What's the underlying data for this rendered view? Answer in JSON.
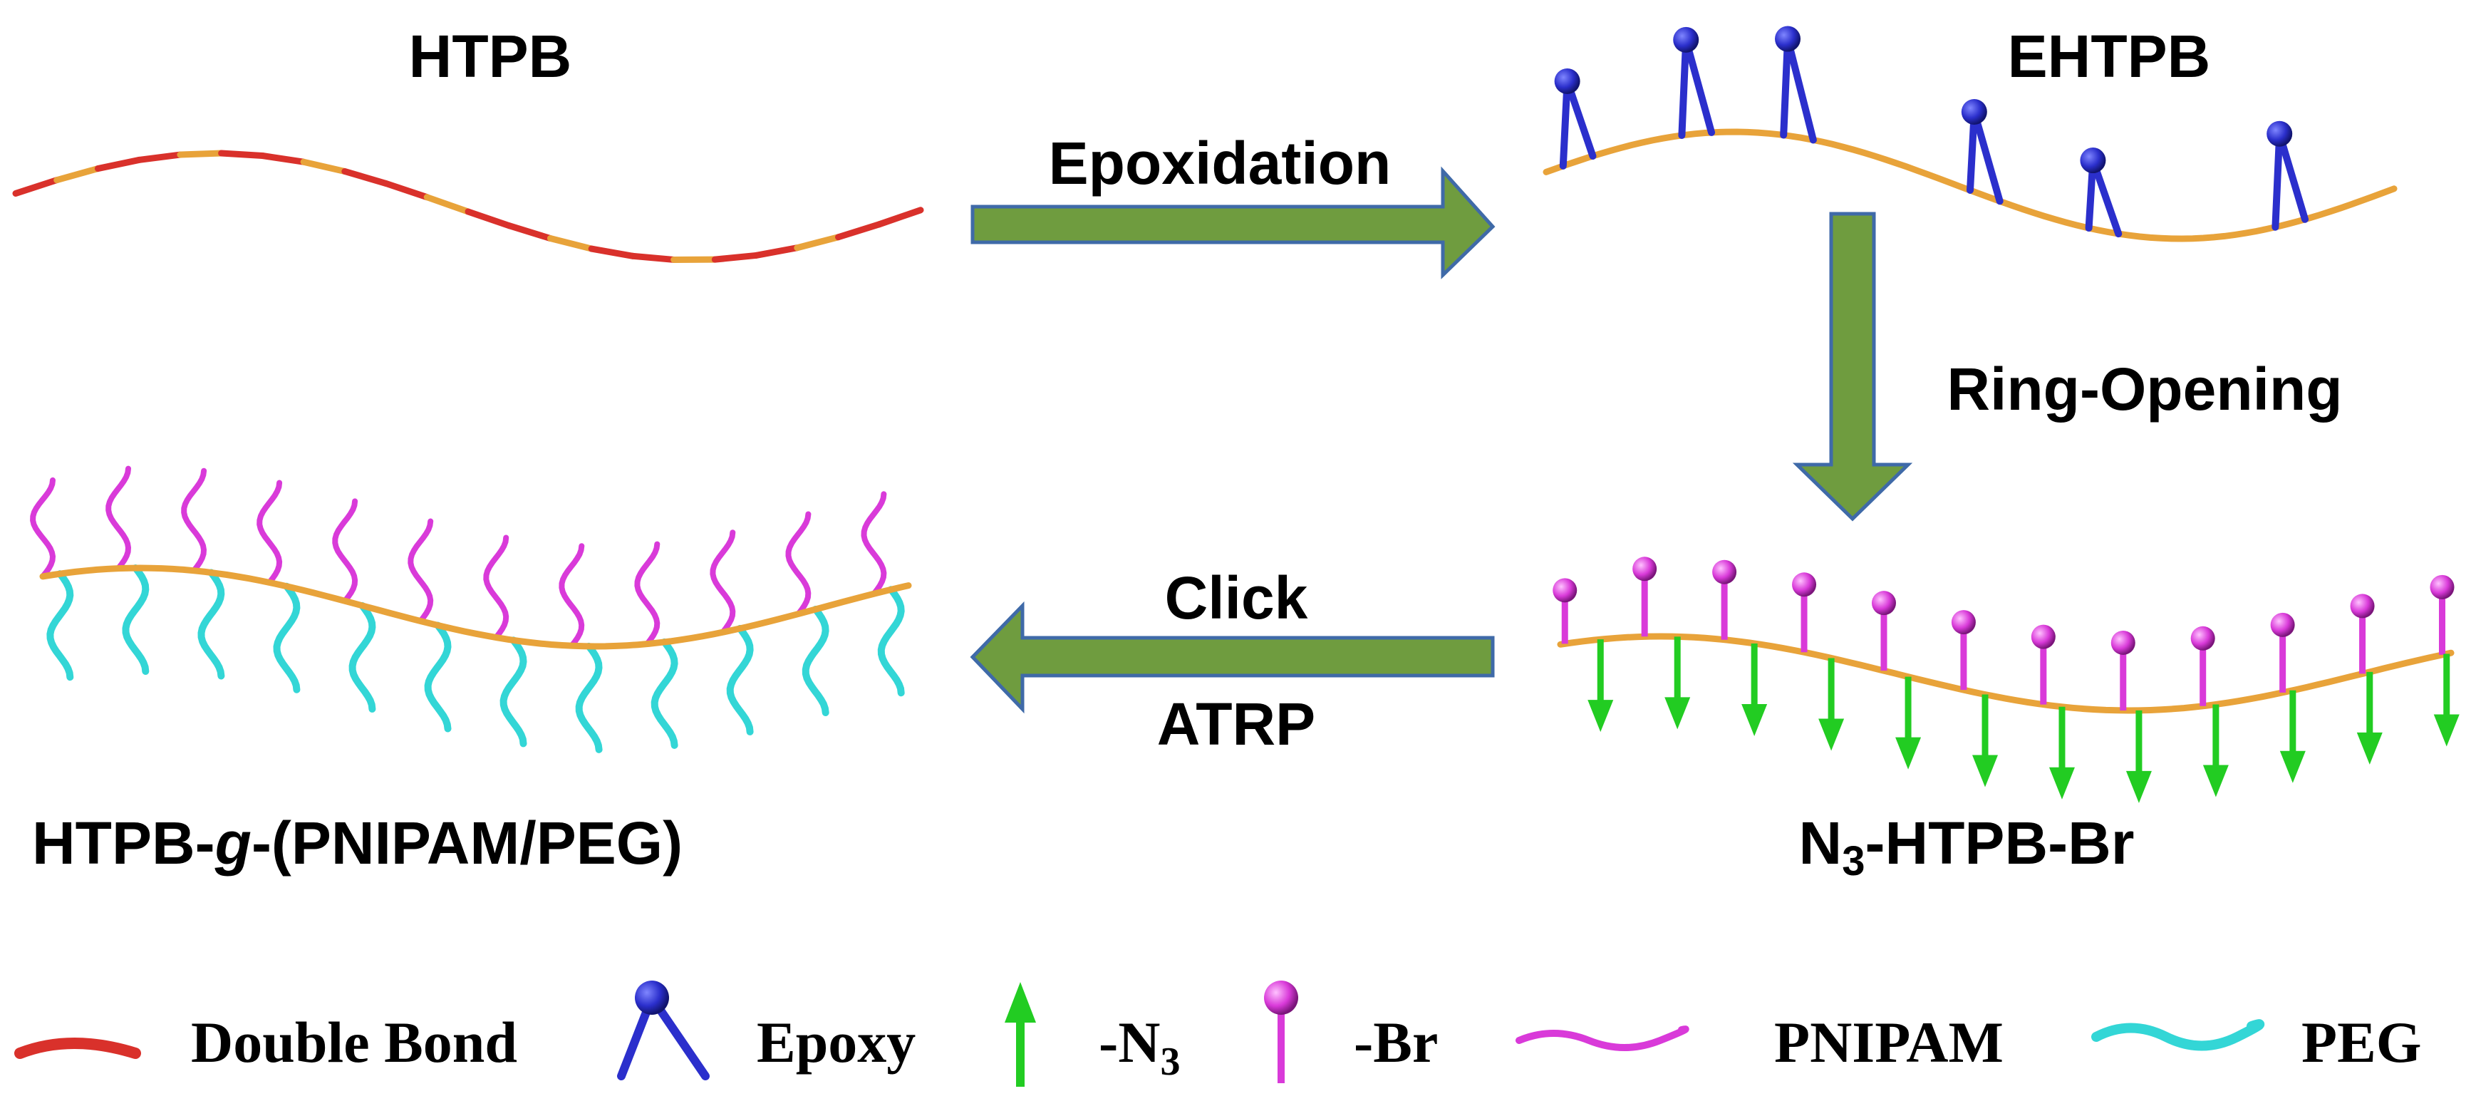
{
  "labels": {
    "htpb": "HTPB",
    "ehtpb": "EHTPB",
    "n3_prefix": "N",
    "n3_sub": "3",
    "n3_suffix": "-HTPB-Br",
    "graft_prefix": "HTPB-",
    "graft_g": "g",
    "graft_suffix": "-(PNIPAM/PEG)"
  },
  "arrows": {
    "epoxidation": "Epoxidation",
    "ring_opening": "Ring-Opening",
    "click": "Click",
    "atrp": "ATRP"
  },
  "legend": {
    "double_bond": "Double Bond",
    "epoxy": "Epoxy",
    "n3_prefix": "-N",
    "n3_sub": "3",
    "br": "-Br",
    "pnipam": "PNIPAM",
    "peg": "PEG"
  },
  "colors": {
    "backbone": "#e8a33a",
    "double_bond": "#d9312b",
    "epoxy": "#2b2fcc",
    "n3": "#22cc22",
    "br": "#d93ad9",
    "pnipam": "#d93ad9",
    "peg": "#33d6d6",
    "arrow_fill": "#6f9c3f",
    "arrow_stroke": "#3f6aa8"
  }
}
